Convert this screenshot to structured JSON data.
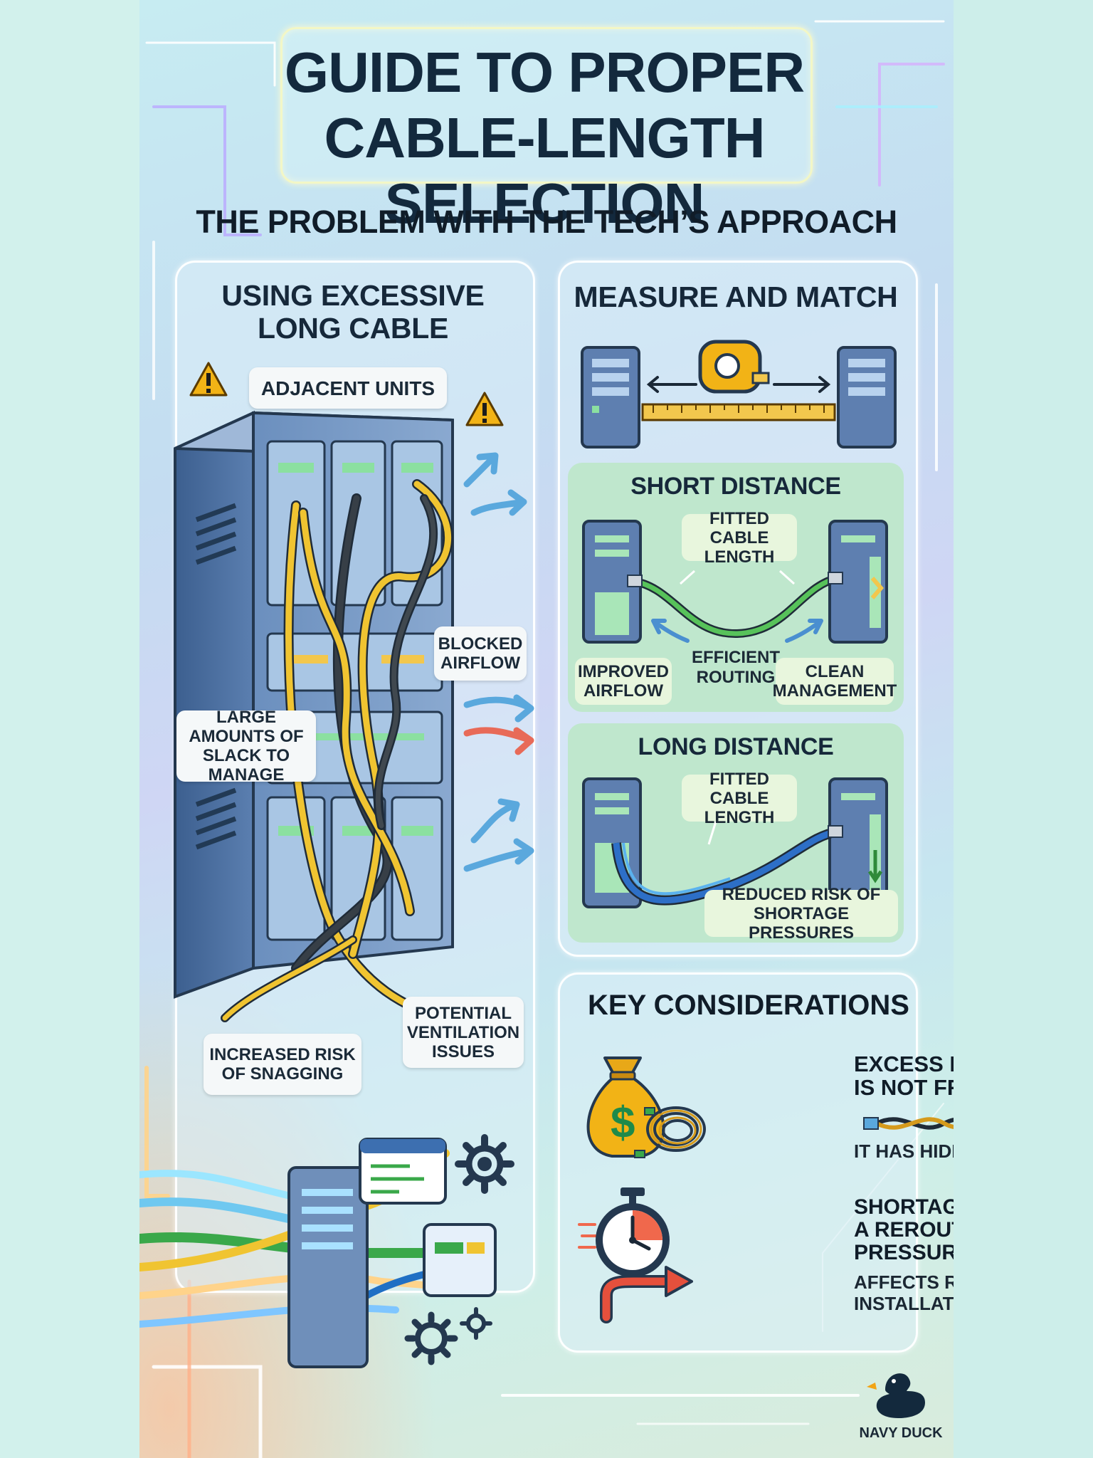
{
  "title": {
    "line1": "GUIDE TO PROPER",
    "line2": "CABLE-LENGTH SELECTION"
  },
  "subtitle": "THE PROBLEM WITH THE TECH’S APPROACH",
  "left_panel": {
    "title_line1": "USING EXCESSIVE",
    "title_line2": "LONG CABLE",
    "callout_adjacent": "ADJACENT UNITS",
    "callout_blocked": "BLOCKED AIRFLOW",
    "callout_slack": "LARGE AMOUNTS OF SLACK TO MANAGE",
    "callout_ventilation": "POTENTIAL VENTILATION ISSUES",
    "callout_snagging": "INCREASED RISK OF SNAGGING"
  },
  "measure_panel": {
    "title": "MEASURE AND MATCH",
    "short": {
      "title": "SHORT DISTANCE",
      "fitted": "FITTED CABLE LENGTH",
      "efficient": "EFFICIENT ROUTING",
      "airflow": "IMPROVED AIRFLOW",
      "clean": "CLEAN MANAGEMENT"
    },
    "long": {
      "title": "LONG DISTANCE",
      "fitted": "FITTED CABLE LENGTH",
      "reduced": "REDUCED RISK OF SHORTAGE PRESSURES"
    }
  },
  "key_panel": {
    "title": "KEY CONSIDERATIONS",
    "item1_head_line1": "EXCESS LENGTH",
    "item1_head_line2": "IS NOT FREE",
    "item1_sub": "IT HAS HIDDEN COSTS",
    "item1_symbol": "$",
    "item2_head_line1": "SHORTAGE FORCES",
    "item2_head_line2": "A REROUTE UNDER",
    "item2_head_line3": "PRESSURE",
    "item2_sub_line1": "AFFECTS REAL-TIME",
    "item2_sub_line2": "INSTALLATION"
  },
  "brand": "NAVY DUCK",
  "icons": [
    "warning-icon",
    "tape-measure-icon",
    "server-icon",
    "money-bag-icon",
    "stopwatch-icon",
    "reroute-arrow-icon",
    "gear-icon",
    "duck-logo-icon"
  ],
  "colors": {
    "navy": "#13293d",
    "cable_yellow": "#f0c431",
    "cable_green": "#3aa84a",
    "cable_blue": "#2d6fc7",
    "warning": "#f2b316",
    "green_box": "#bfe7cd"
  }
}
